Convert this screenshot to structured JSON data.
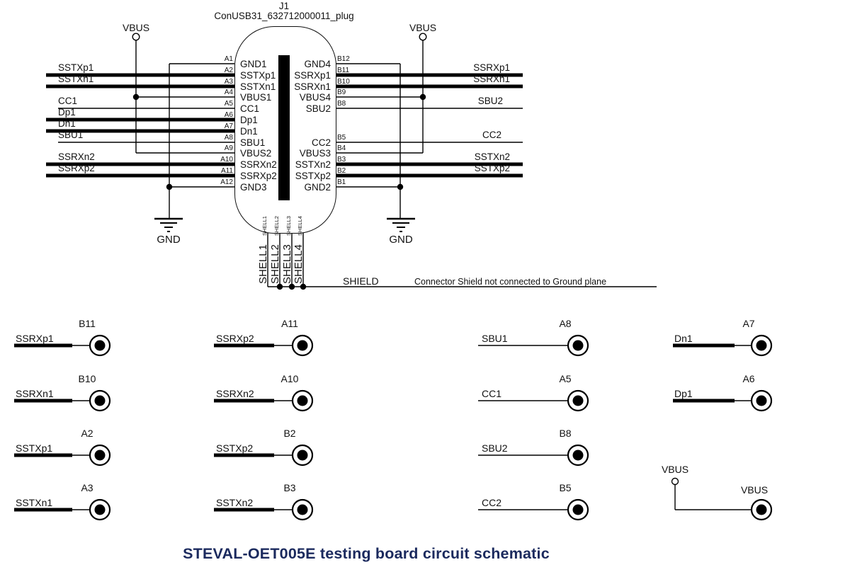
{
  "schematic": {
    "refdes": "J1",
    "part_name": "ConUSB31_632712000011_plug",
    "title": "STEVAL-OET005E testing board circuit schematic",
    "title_color": "#1b2a5e",
    "wire_color": "#000000"
  },
  "connector": {
    "a_pins": [
      {
        "pin": "A1",
        "name": "GND1"
      },
      {
        "pin": "A2",
        "name": "SSTXp1"
      },
      {
        "pin": "A3",
        "name": "SSTXn1"
      },
      {
        "pin": "A4",
        "name": "VBUS1"
      },
      {
        "pin": "A5",
        "name": "CC1"
      },
      {
        "pin": "A6",
        "name": "Dp1"
      },
      {
        "pin": "A7",
        "name": "Dn1"
      },
      {
        "pin": "A8",
        "name": "SBU1"
      },
      {
        "pin": "A9",
        "name": "VBUS2"
      },
      {
        "pin": "A10",
        "name": "SSRXn2"
      },
      {
        "pin": "A11",
        "name": "SSRXp2"
      },
      {
        "pin": "A12",
        "name": "GND3"
      }
    ],
    "b_pins": [
      {
        "pin": "B12",
        "name": "GND4"
      },
      {
        "pin": "B11",
        "name": "SSRXp1"
      },
      {
        "pin": "B10",
        "name": "SSRXn1"
      },
      {
        "pin": "B9",
        "name": "VBUS4"
      },
      {
        "pin": "B8",
        "name": "SBU2"
      },
      {
        "pin": "B5",
        "name": "CC2"
      },
      {
        "pin": "B4",
        "name": "VBUS3"
      },
      {
        "pin": "B3",
        "name": "SSTXn2"
      },
      {
        "pin": "B2",
        "name": "SSTXp2"
      },
      {
        "pin": "B1",
        "name": "GND2"
      }
    ],
    "shell_pins": [
      "SHELL1",
      "SHELL2",
      "SHELL3",
      "SHELL4"
    ]
  },
  "nets": {
    "vbus": "VBUS",
    "gnd": "GND",
    "shield": "SHIELD",
    "shield_note": "Connector Shield not connected to Ground plane",
    "left_signals": [
      "SSTXp1",
      "SSTXn1",
      "CC1",
      "Dp1",
      "Dn1",
      "SBU1",
      "SSRXn2",
      "SSRXp2"
    ],
    "right_signals": [
      "SSRXp1",
      "SSRXn1",
      "SBU2",
      "CC2",
      "SSTXn2",
      "SSTXp2"
    ]
  },
  "test_points": {
    "columns": [
      {
        "items": [
          {
            "signal": "SSRXp1",
            "pin": "B11"
          },
          {
            "signal": "SSRXn1",
            "pin": "B10"
          },
          {
            "signal": "SSTXp1",
            "pin": "A2"
          },
          {
            "signal": "SSTXn1",
            "pin": "A3"
          }
        ]
      },
      {
        "items": [
          {
            "signal": "SSRXp2",
            "pin": "A11"
          },
          {
            "signal": "SSRXn2",
            "pin": "A10"
          },
          {
            "signal": "SSTXp2",
            "pin": "B2"
          },
          {
            "signal": "SSTXn2",
            "pin": "B3"
          }
        ]
      },
      {
        "items": [
          {
            "signal": "SBU1",
            "pin": "A8"
          },
          {
            "signal": "CC1",
            "pin": "A5"
          },
          {
            "signal": "SBU2",
            "pin": "B8"
          },
          {
            "signal": "CC2",
            "pin": "B5"
          }
        ]
      },
      {
        "items": [
          {
            "signal": "Dn1",
            "pin": "A7"
          },
          {
            "signal": "Dp1",
            "pin": "A6"
          }
        ]
      }
    ],
    "vbus_source_label": "VBUS",
    "vbus_tp_label": "VBUS"
  }
}
